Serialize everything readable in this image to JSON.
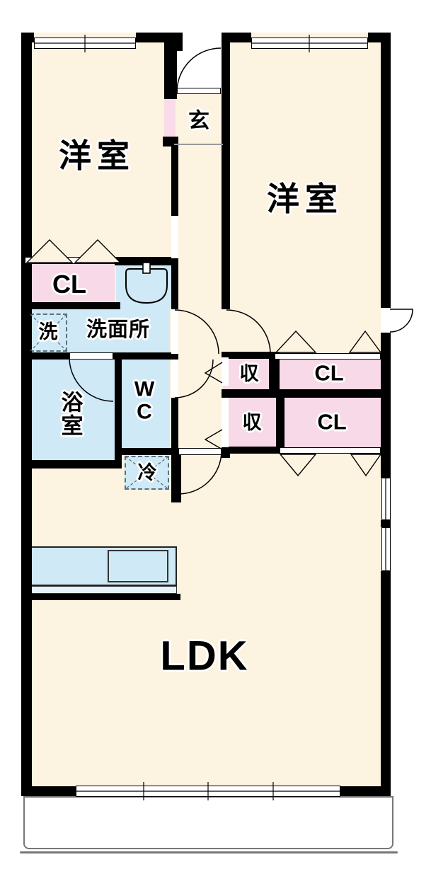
{
  "title": "apartment-floorplan",
  "rooms": {
    "bedroom1": {
      "label": "洋室"
    },
    "bedroom2": {
      "label": "洋室"
    },
    "entrance": {
      "label": "玄"
    },
    "closet_left": {
      "label": "CL"
    },
    "laundry": {
      "label": "洗"
    },
    "washroom": {
      "label": "洗面所"
    },
    "bathroom": {
      "chars": [
        "浴",
        "室"
      ]
    },
    "toilet": {
      "chars": [
        "W",
        "C"
      ]
    },
    "storage_upper": {
      "label": "収"
    },
    "storage_lower": {
      "label": "収"
    },
    "closet_upper_right": {
      "label": "CL"
    },
    "closet_lower_right": {
      "label": "CL"
    },
    "refrigerator": {
      "label": "冷"
    },
    "ldk": {
      "label": "LDK"
    }
  },
  "colors": {
    "floor_cream": "#fcf3e0",
    "closet_pink": "#f8d9e7",
    "wet_area_blue": "#cfe9f7",
    "counter_edge_blue": "#e6f3fb",
    "wall_black": "#000000",
    "balcony_border": "#777777",
    "dashed_symbol": "#5a7080"
  }
}
